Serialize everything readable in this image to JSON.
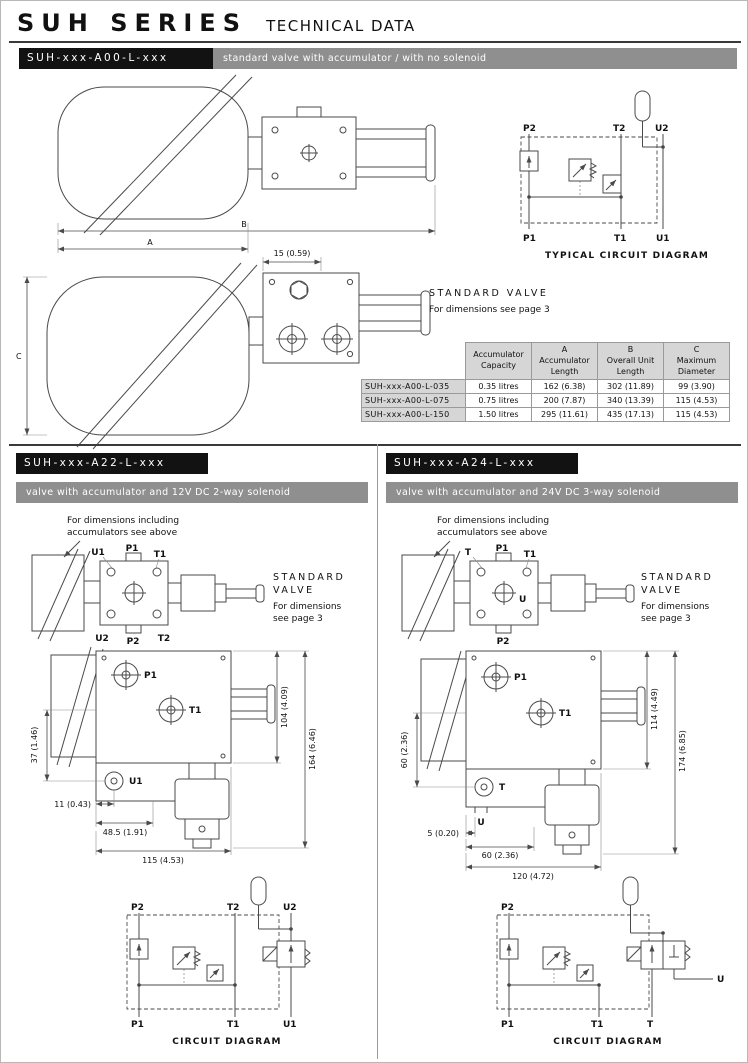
{
  "header": {
    "title": "SUH SERIES",
    "subtitle": "TECHNICAL DATA"
  },
  "a00": {
    "model": "SUH-xxx-A00-L-xxx",
    "description": "standard valve with accumulator / with no solenoid",
    "dims": {
      "a": "A",
      "b": "B",
      "c": "C",
      "offset": "15 (0.59)"
    },
    "circuit": {
      "title": "TYPICAL CIRCUIT DIAGRAM",
      "p2": "P2",
      "t2": "T2",
      "u2": "U2",
      "p1": "P1",
      "t1": "T1",
      "u1": "U1"
    },
    "standard_valve": {
      "title": "STANDARD VALVE",
      "note": "For dimensions see page 3"
    },
    "table": {
      "col_capacity": "Accumulator\nCapacity",
      "col_a": "A\nAccumulator\nLength",
      "col_b": "B\nOverall Unit\nLength",
      "col_c": "C\nMaximum\nDiameter",
      "rows": [
        {
          "model": "SUH-xxx-A00-L-035",
          "capacity": "0.35 litres",
          "a": "162 (6.38)",
          "b": "302 (11.89)",
          "c": "99 (3.90)"
        },
        {
          "model": "SUH-xxx-A00-L-075",
          "capacity": "0.75 litres",
          "a": "200 (7.87)",
          "b": "340 (13.39)",
          "c": "115 (4.53)"
        },
        {
          "model": "SUH-xxx-A00-L-150",
          "capacity": "1.50 litres",
          "a": "295 (11.61)",
          "b": "435 (17.13)",
          "c": "115 (4.53)"
        }
      ]
    }
  },
  "a22": {
    "model": "SUH-xxx-A22-L-xxx",
    "description": "valve with accumulator and 12V DC 2-way solenoid",
    "note1": "For dimensions including",
    "note2": "accumulators see above",
    "standard_valve": {
      "l1": "STANDARD",
      "l2": "VALVE",
      "l3": "For dimensions",
      "l4": "see page 3"
    },
    "top_ports": {
      "u1": "U1",
      "p1": "P1",
      "t1": "T1",
      "u2": "U2",
      "p2": "P2",
      "t2": "T2"
    },
    "front": {
      "p1": "P1",
      "t1": "T1",
      "u1": "U1",
      "dim_block_h": "104 (4.09)",
      "dim_total_h": "164 (6.46)",
      "dim_left": "37 (1.46)",
      "dim_w1": "11 (0.43)",
      "dim_w2": "48.5 (1.91)",
      "dim_w3": "115 (4.53)"
    },
    "circuit": {
      "title": "CIRCUIT DIAGRAM",
      "p2": "P2",
      "t2": "T2",
      "u2": "U2",
      "p1": "P1",
      "t1": "T1",
      "u1": "U1"
    }
  },
  "a24": {
    "model": "SUH-xxx-A24-L-xxx",
    "description": "valve with accumulator and 24V DC 3-way solenoid",
    "note1": "For dimensions including",
    "note2": "accumulators see above",
    "standard_valve": {
      "l1": "STANDARD",
      "l2": "VALVE",
      "l3": "For dimensions",
      "l4": "see page 3"
    },
    "top_ports": {
      "t": "T",
      "p1": "P1",
      "t1": "T1",
      "u": "U",
      "p2": "P2"
    },
    "front": {
      "p1": "P1",
      "t1": "T1",
      "t": "T",
      "u": "U",
      "dim_block_h": "114 (4.49)",
      "dim_total_h": "174 (6.85)",
      "dim_left": "60 (2.36)",
      "dim_w1": "5 (0.20)",
      "dim_w2": "60 (2.36)",
      "dim_w3": "120 (4.72)"
    },
    "circuit": {
      "title": "CIRCUIT DIAGRAM",
      "p2": "P2",
      "p1": "P1",
      "t1": "T1",
      "t": "T",
      "u": "U"
    }
  }
}
